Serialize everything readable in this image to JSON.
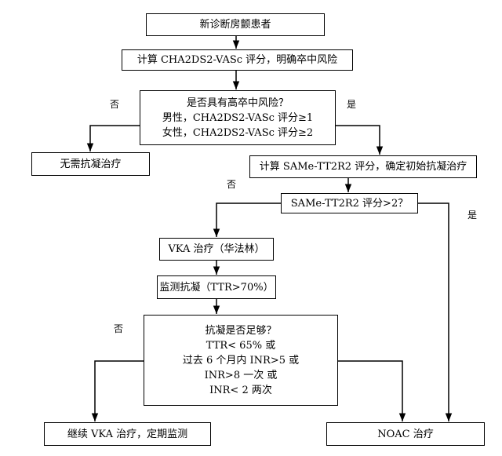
{
  "nodes": {
    "n1": {
      "lines": [
        "新诊断房颤患者"
      ]
    },
    "n2": {
      "lines": [
        "计算 CHA2DS2-VASc 评分，明确卒中风险"
      ]
    },
    "n3": {
      "lines": [
        "是否具有高卒中风险？",
        "男性，CHA2DS2-VASc 评分≥1",
        "女性，CHA2DS2-VASc 评分≥2"
      ]
    },
    "n4": {
      "lines": [
        "无需抗凝治疗"
      ]
    },
    "n5": {
      "lines": [
        "计算 SAMe-TT2R2 评分，确定初始抗凝治疗"
      ]
    },
    "n6": {
      "lines": [
        "SAMe-TT2R2 评分>2？"
      ]
    },
    "n7": {
      "lines": [
        "VKA 治疗（华法林）"
      ]
    },
    "n8": {
      "lines": [
        "监测抗凝（TTR>70%）"
      ]
    },
    "n9": {
      "lines": [
        "抗凝是否足够？",
        "TTR< 65%  或",
        "过去 6 个月内 INR>5  或",
        "INR>8  一次  或",
        "INR< 2  两次"
      ]
    },
    "n10": {
      "lines": [
        "继续 VKA 治疗，定期监测"
      ]
    },
    "n11": {
      "lines": [
        "NOAC 治疗"
      ]
    }
  },
  "labels": {
    "n3_no": "否",
    "n3_yes": "是",
    "n6_no": "否",
    "n6_yes": "是",
    "n9_no": "否"
  }
}
